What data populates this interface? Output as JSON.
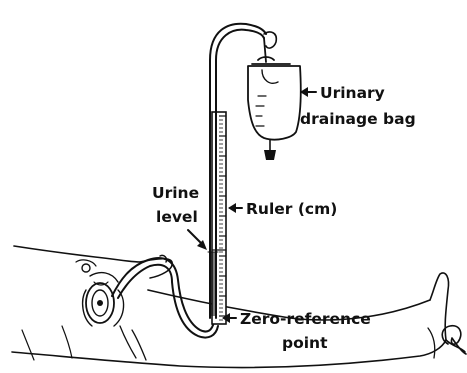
{
  "labels": {
    "bag_line1": "Urinary",
    "bag_line2": "drainage bag",
    "ruler": "Ruler (cm)",
    "urine_line1": "Urine",
    "urine_line2": "level",
    "zero_line1": "Zero-reference",
    "zero_line2": "point"
  },
  "colors": {
    "ink": "#111111",
    "background": "#ffffff"
  },
  "icons": {
    "arrow": "left-arrow",
    "signature": "artist-monogram"
  }
}
